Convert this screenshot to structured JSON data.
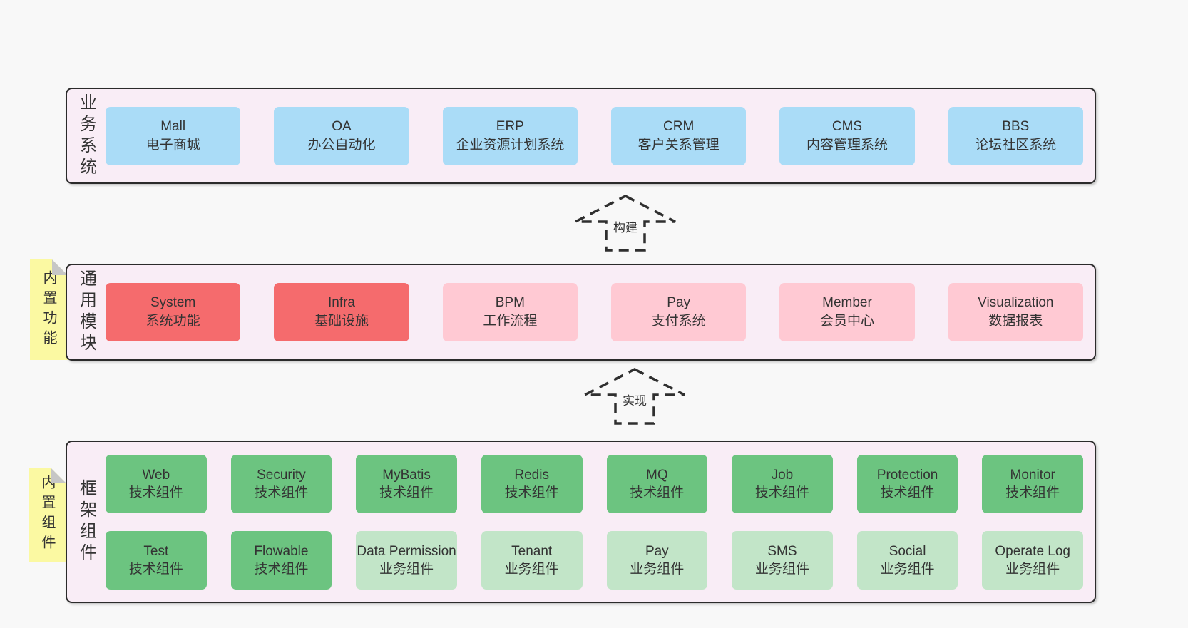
{
  "page": {
    "background": "#f8f8f8"
  },
  "colors": {
    "panel_bg": "#f9edf6",
    "panel_border": "#2b2b2b",
    "blue_box": "#aadcf7",
    "red_box": "#f56b6d",
    "pink_box": "#ffc9d3",
    "green_box": "#6cc480",
    "green_light_box": "#c2e5c8",
    "note_yellow": "#fbf9a2",
    "note_fold_gray": "#c6c6c6",
    "text": "#333333"
  },
  "sections": {
    "business": {
      "label": "业务系统",
      "boxes": [
        {
          "name": "Mall",
          "desc": "电子商城",
          "variant": "blue"
        },
        {
          "name": "OA",
          "desc": "办公自动化",
          "variant": "blue"
        },
        {
          "name": "ERP",
          "desc": "企业资源计划系统",
          "variant": "blue"
        },
        {
          "name": "CRM",
          "desc": "客户关系管理",
          "variant": "blue"
        },
        {
          "name": "CMS",
          "desc": "内容管理系统",
          "variant": "blue"
        },
        {
          "name": "BBS",
          "desc": "论坛社区系统",
          "variant": "blue"
        }
      ]
    },
    "modules": {
      "label": "通用模块",
      "note": "内置功能",
      "boxes": [
        {
          "name": "System",
          "desc": "系统功能",
          "variant": "red"
        },
        {
          "name": "Infra",
          "desc": "基础设施",
          "variant": "red"
        },
        {
          "name": "BPM",
          "desc": "工作流程",
          "variant": "pink"
        },
        {
          "name": "Pay",
          "desc": "支付系统",
          "variant": "pink"
        },
        {
          "name": "Member",
          "desc": "会员中心",
          "variant": "pink"
        },
        {
          "name": "Visualization",
          "desc": "数据报表",
          "variant": "pink"
        }
      ]
    },
    "components": {
      "label": "框架组件",
      "note": "内置组件",
      "rows": [
        [
          {
            "name": "Web",
            "desc": "技术组件",
            "variant": "green"
          },
          {
            "name": "Security",
            "desc": "技术组件",
            "variant": "green"
          },
          {
            "name": "MyBatis",
            "desc": "技术组件",
            "variant": "green"
          },
          {
            "name": "Redis",
            "desc": "技术组件",
            "variant": "green"
          },
          {
            "name": "MQ",
            "desc": "技术组件",
            "variant": "green"
          },
          {
            "name": "Job",
            "desc": "技术组件",
            "variant": "green"
          },
          {
            "name": "Protection",
            "desc": "技术组件",
            "variant": "green"
          },
          {
            "name": "Monitor",
            "desc": "技术组件",
            "variant": "green"
          }
        ],
        [
          {
            "name": "Test",
            "desc": "技术组件",
            "variant": "green"
          },
          {
            "name": "Flowable",
            "desc": "技术组件",
            "variant": "green"
          },
          {
            "name": "Data Permission",
            "desc": "业务组件",
            "variant": "green-light"
          },
          {
            "name": "Tenant",
            "desc": "业务组件",
            "variant": "green-light"
          },
          {
            "name": "Pay",
            "desc": "业务组件",
            "variant": "green-light"
          },
          {
            "name": "SMS",
            "desc": "业务组件",
            "variant": "green-light"
          },
          {
            "name": "Social",
            "desc": "业务组件",
            "variant": "green-light"
          },
          {
            "name": "Operate Log",
            "desc": "业务组件",
            "variant": "green-light"
          }
        ]
      ]
    }
  },
  "arrows": [
    {
      "label": "构建"
    },
    {
      "label": "实现"
    }
  ]
}
